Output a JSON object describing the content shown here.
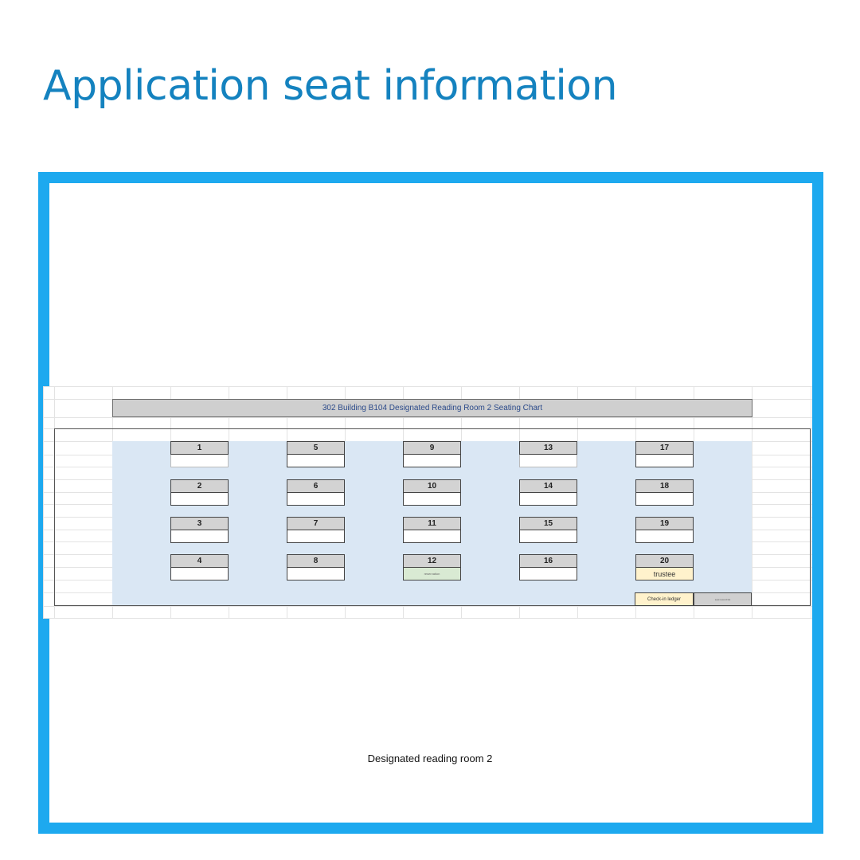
{
  "page": {
    "title": "Application seat information",
    "caption": "Designated reading room 2"
  },
  "sheet": {
    "chart_title": "302 Building B104 Designated Reading Room 2 Seating Chart",
    "seats": [
      {
        "number": "1",
        "occupant": ""
      },
      {
        "number": "2",
        "occupant": ""
      },
      {
        "number": "3",
        "occupant": ""
      },
      {
        "number": "4",
        "occupant": ""
      },
      {
        "number": "5",
        "occupant": ""
      },
      {
        "number": "6",
        "occupant": ""
      },
      {
        "number": "7",
        "occupant": ""
      },
      {
        "number": "8",
        "occupant": ""
      },
      {
        "number": "9",
        "occupant": ""
      },
      {
        "number": "10",
        "occupant": ""
      },
      {
        "number": "11",
        "occupant": ""
      },
      {
        "number": "12",
        "occupant": "reservation",
        "status": "green"
      },
      {
        "number": "13",
        "occupant": ""
      },
      {
        "number": "14",
        "occupant": ""
      },
      {
        "number": "15",
        "occupant": ""
      },
      {
        "number": "16",
        "occupant": ""
      },
      {
        "number": "17",
        "occupant": ""
      },
      {
        "number": "18",
        "occupant": ""
      },
      {
        "number": "19",
        "occupant": ""
      },
      {
        "number": "20",
        "occupant": "trustee",
        "status": "yellow"
      }
    ],
    "checkin_label": "Check-in ledger",
    "checkin_note": "seat record list"
  },
  "colors": {
    "title": "#1482bf",
    "frame": "#1da9ef",
    "room_fill": "#dae7f4",
    "seat_header": "#d3d3d3",
    "reserved_green": "#d9ead3",
    "trustee_yellow": "#fff2cc"
  }
}
